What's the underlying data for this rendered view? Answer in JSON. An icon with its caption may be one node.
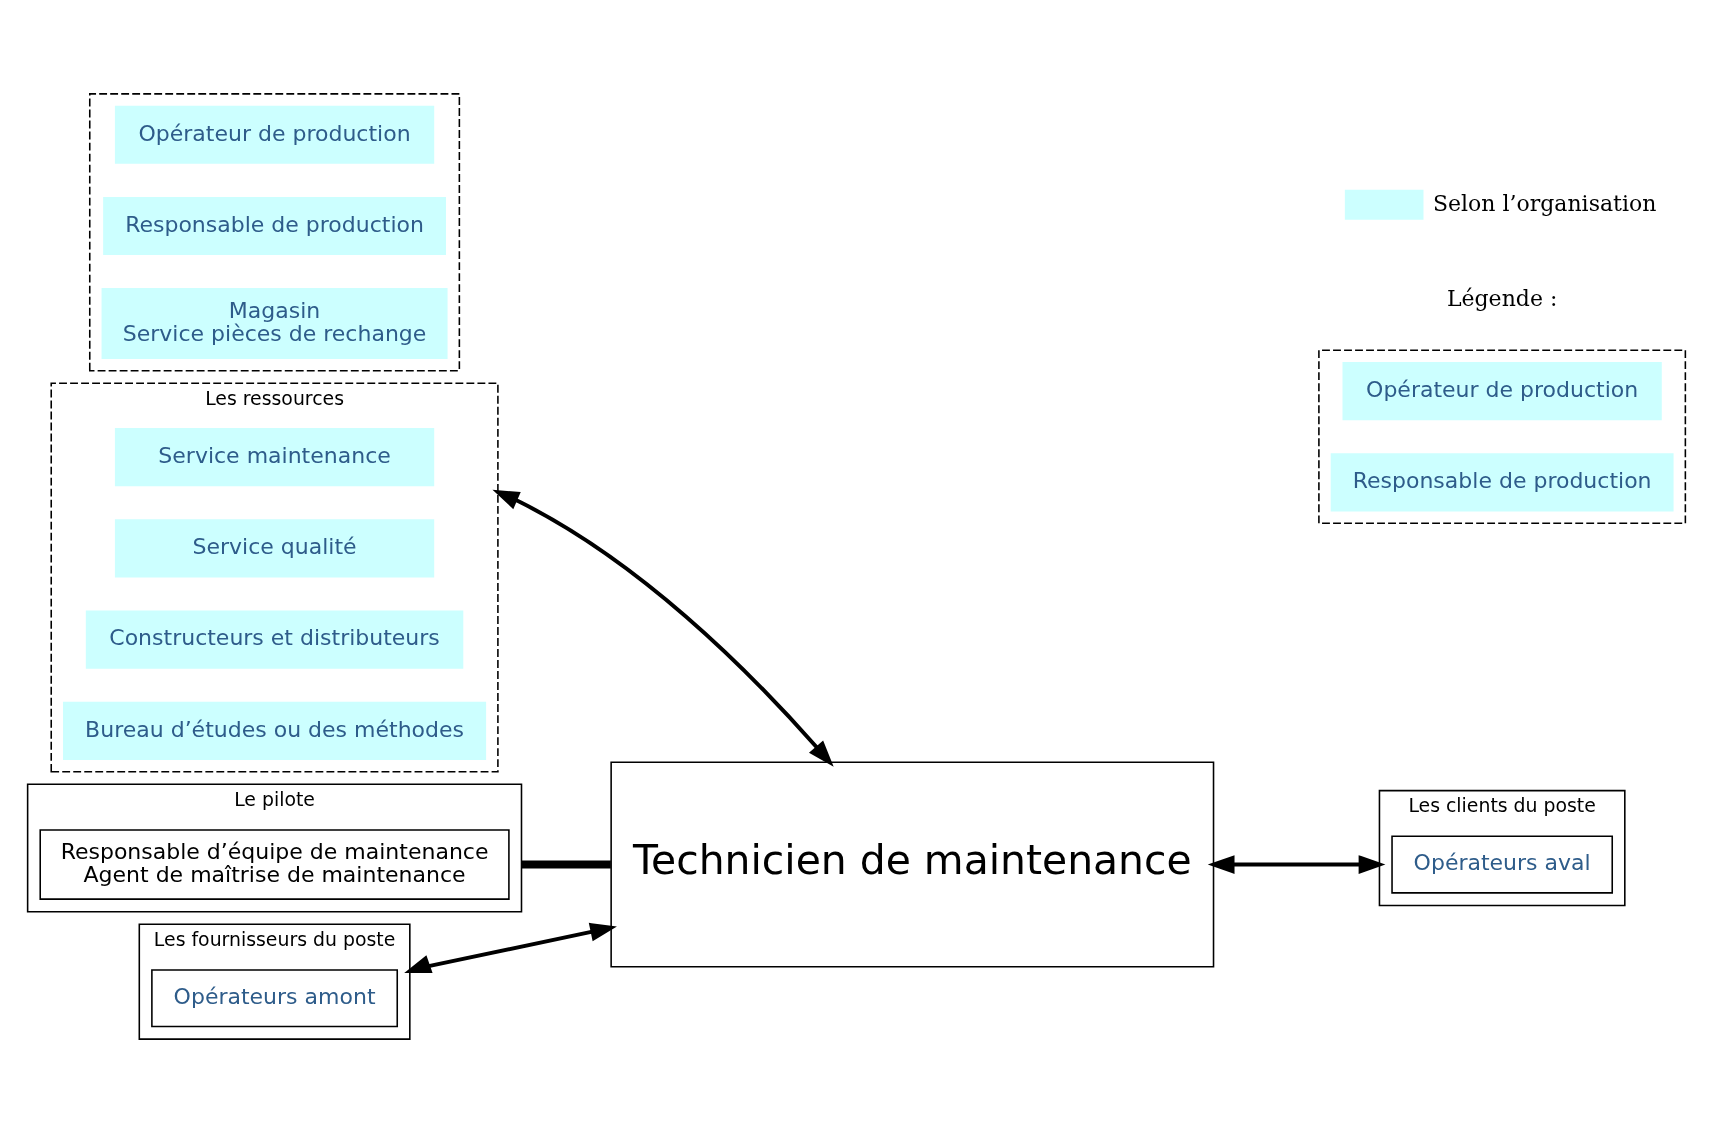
{
  "diagram": {
    "nodes": [
      {
        "text": [
          "Les ressources"
        ]
      },
      {
        "text": [
          "Service maintenance"
        ],
        "in": 0
      },
      {
        "text": [
          "Service qualité"
        ],
        "in": 0
      },
      {
        "text": [
          "Constructeurs et distributeurs"
        ],
        "in": 0
      },
      {
        "text": [
          "Bureau d’études ou des méthodes"
        ],
        "in": 0
      },
      {
        "text": [
          "Le pilote"
        ]
      },
      {
        "text": [
          "Responsable d’équipe de maintenance",
          "Agent de maîtrise de maintenance"
        ],
        "in": 5
      },
      {
        "text": [
          "Les fournisseurs du poste"
        ]
      },
      {
        "text": [
          "Opérateurs amont"
        ],
        "in": 7
      },
      {
        "text": [],
        "shape": "box"
      },
      {
        "text": [
          "Opérateur de production"
        ],
        "in": 9
      },
      {
        "text": [
          "Responsable de production"
        ],
        "in": 9
      },
      {
        "text": [
          "Magasin",
          "Service pièces de rechange"
        ],
        "in": 9
      },
      {
        "text": [
          "Technicien de maintenance"
        ]
      },
      {
        "text": [
          "Les clients du poste"
        ]
      },
      {
        "text": [
          "Opérateurs aval"
        ],
        "in": 14
      },
      {
        "text": [],
        "shape": "box"
      },
      {
        "text": [
          "Opérateur de production"
        ],
        "in": 16
      },
      {
        "text": [
          "Responsable de production"
        ],
        "in": 16
      }
    ],
    "edges": [
      {
        "from": 0,
        "to": 13,
        "arrow": "both"
      },
      {
        "from": 5,
        "to": 13,
        "arrow": "none",
        "style": "thick"
      },
      {
        "from": 7,
        "to": 13,
        "arrow": "both"
      },
      {
        "from": 13,
        "to": 14,
        "arrow": "both"
      }
    ],
    "labels": [
      "Légende :"
    ],
    "legend": [
      {
        "text": "Selon l’organisation",
        "color": "#ccffff"
      }
    ]
  }
}
